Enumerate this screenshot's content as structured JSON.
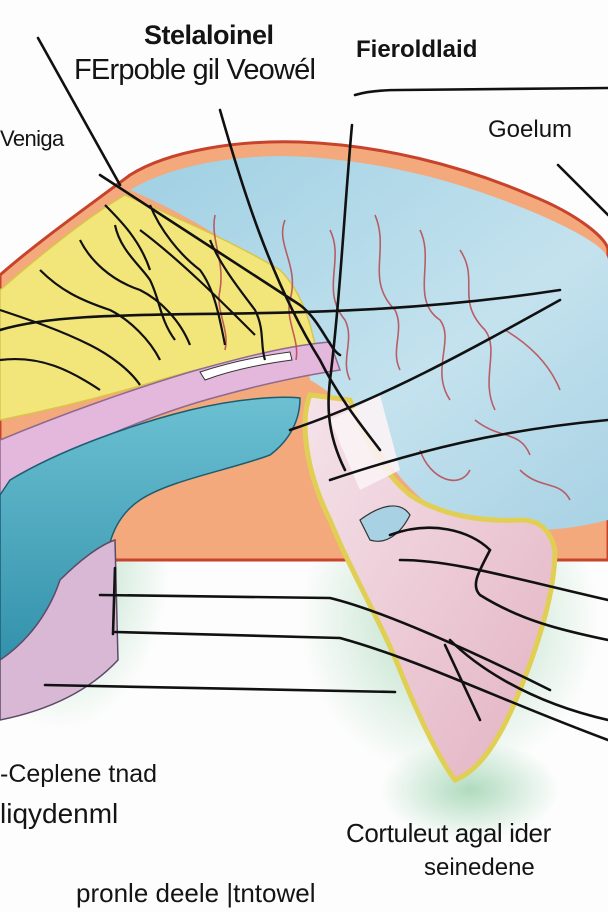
{
  "diagram": {
    "type": "anatomical-illustration",
    "subject": "cross-section of a curved organ with labeled leader lines",
    "colors": {
      "outer_membrane": "#d9593b",
      "outer_membrane_fill": "#f3a97c",
      "cap_fill": "#a8d2e4",
      "yellow_layer": "#f2e57a",
      "pink_band": "#e4b7dc",
      "channel_blue": "#4aa6bd",
      "lobe_pink": "#ebc6d0",
      "lobe_rim_yellow": "#f1e474",
      "vessel_red": "#b8474f",
      "green_halo": "#6fbf8a",
      "leader_line": "#111111"
    }
  },
  "labels": {
    "title_line1": "Stelaloinel",
    "title_line2": "FErpoble gil Veowél",
    "top_right": "Fieroldlaid",
    "left_upper": "Venigа",
    "right_upper": "Goelum",
    "bottom_left_1": "-Ceplene tnad",
    "bottom_left_2": "liqydenml",
    "bottom_right_1": "Cortuleut agal ider",
    "bottom_right_2": "seinedene",
    "bottom_center": "pronle deele |tntowel"
  }
}
